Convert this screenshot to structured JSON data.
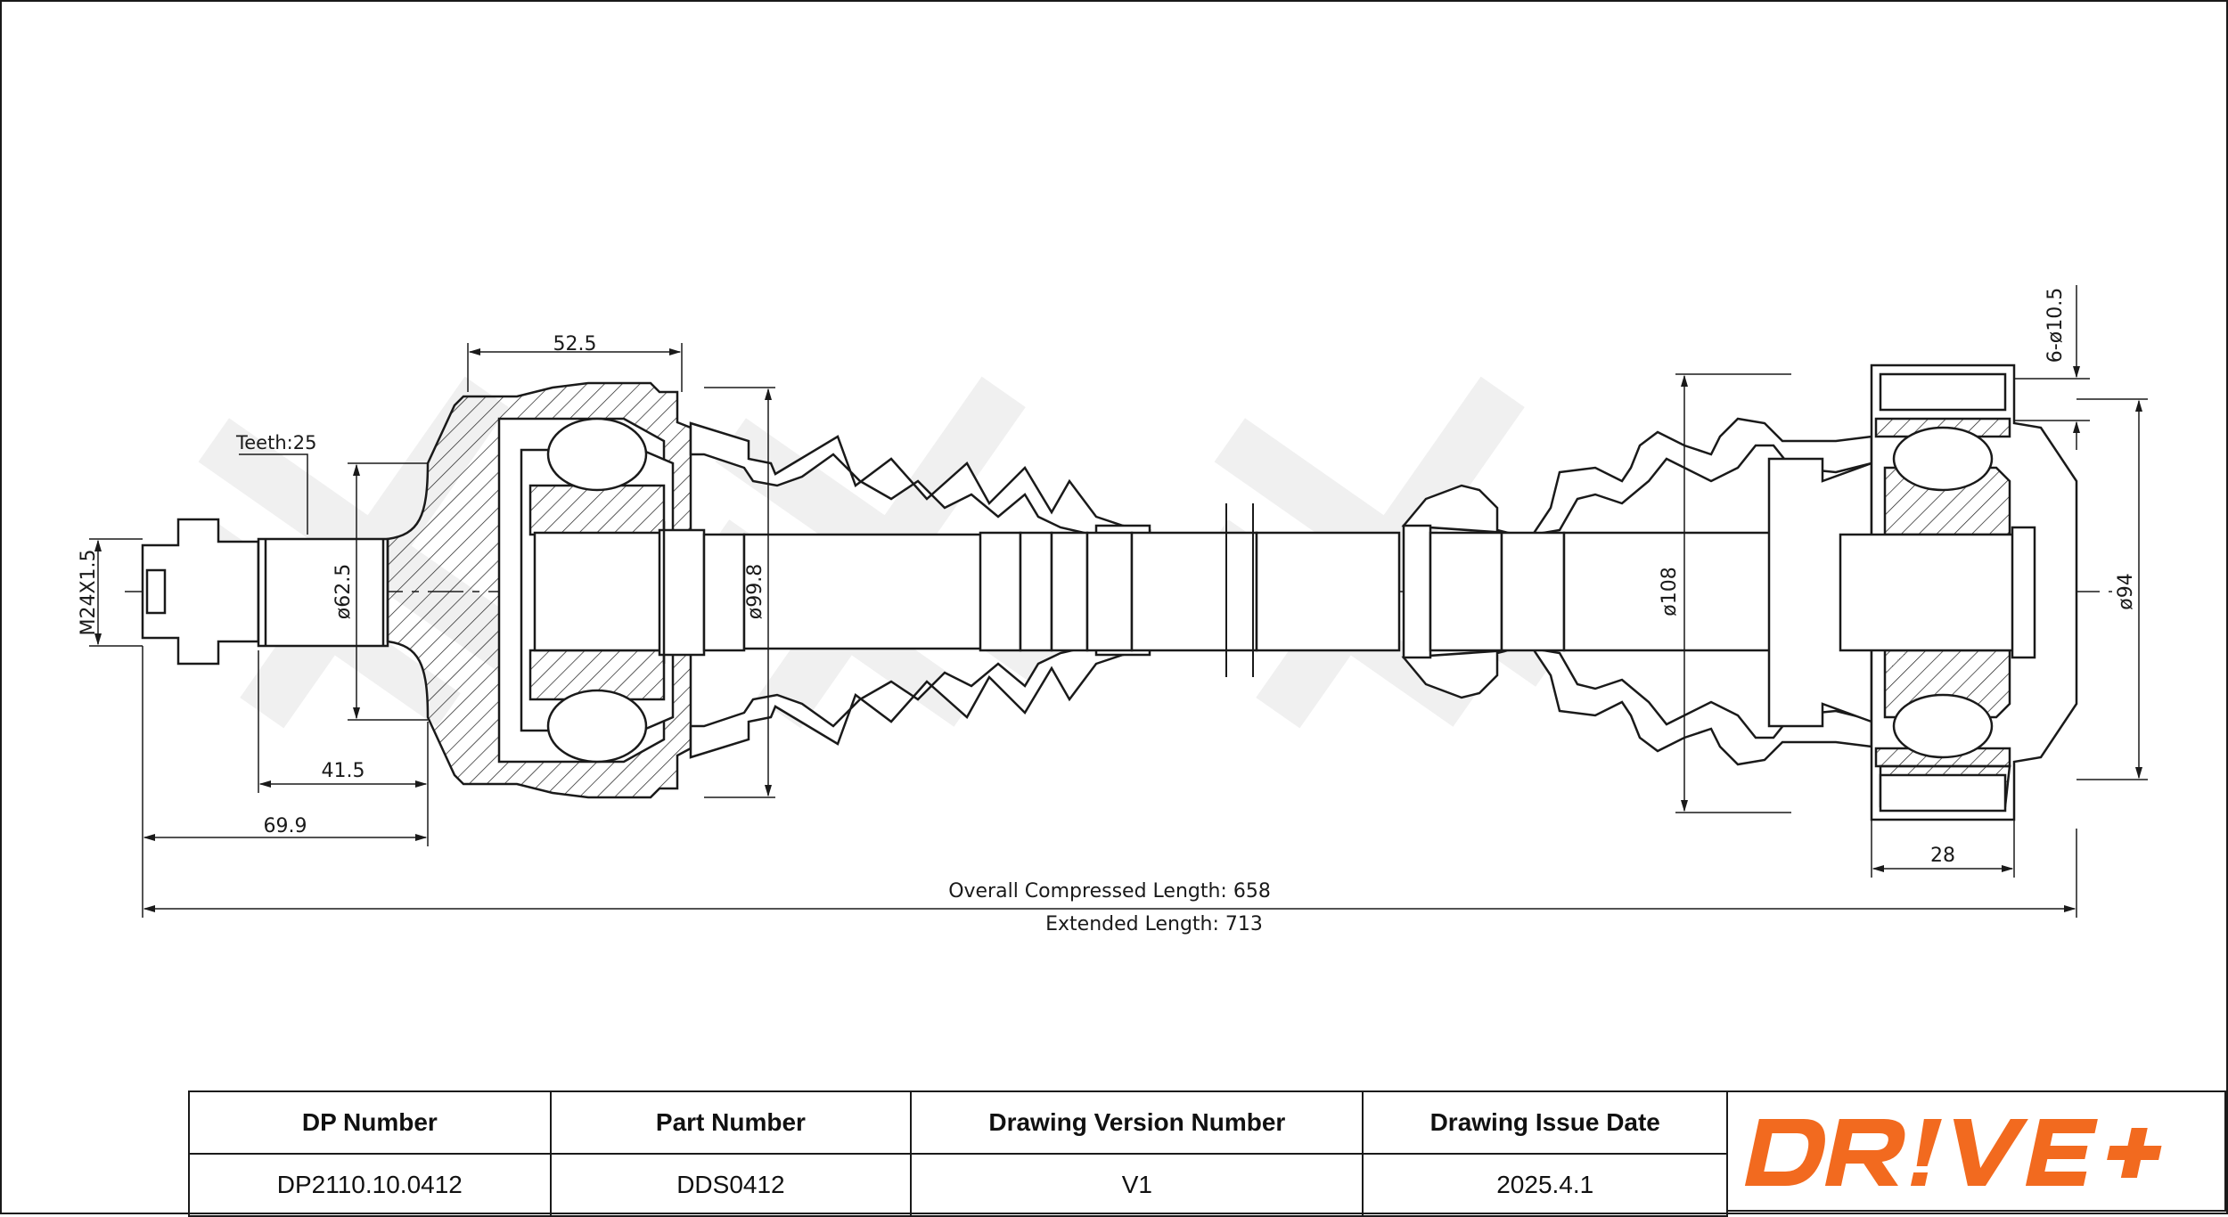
{
  "drawing": {
    "dimensions": {
      "teeth": "Teeth:25",
      "thread": "M24X1.5",
      "d62": "ø62.5",
      "d99": "ø99.8",
      "d108": "ø108",
      "d94": "ø94",
      "holes": "6-ø10.5",
      "w52": "52.5",
      "w41": "41.5",
      "w69": "69.9",
      "w28": "28",
      "overall_compressed": "Overall Compressed Length: 658",
      "extended": "Extended Length: 713"
    },
    "colors": {
      "line": "#1a1a1a",
      "watermark": "#efefef",
      "logo_orange": "#f26a1f"
    }
  },
  "title_block": {
    "headers": [
      "DP Number",
      "Part Number",
      "Drawing Version Number",
      "Drawing Issue Date"
    ],
    "values": [
      "DP2110.10.0412",
      "DDS0412",
      "V1",
      "2025.4.1"
    ]
  },
  "logo": {
    "text": "DR!VE+"
  }
}
